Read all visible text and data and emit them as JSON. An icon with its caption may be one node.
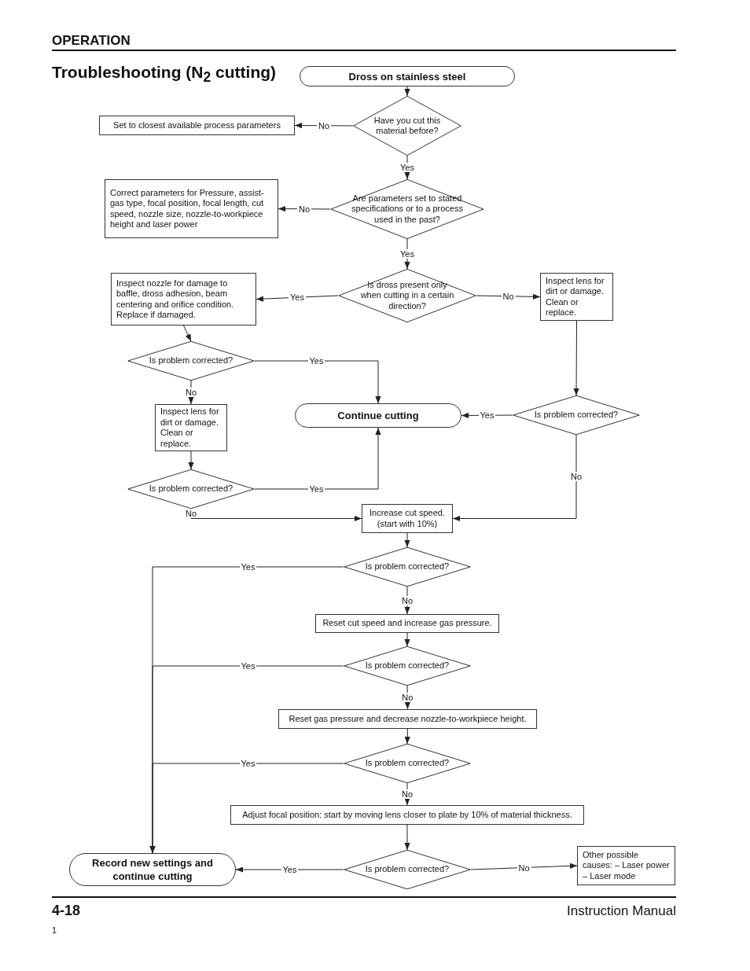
{
  "diagram": {
    "title": "Troubleshooting (N$_{2}$ cutting)",
    "nodes": [
      {
        "text": [
          "Dross on stainless steel"
        ]
      },
      {
        "text": [
          "Have you cut this material before?"
        ]
      },
      {
        "text": [
          "Set to closest available process parameters"
        ]
      },
      {
        "text": [
          "Are parameters set to stated specifications or to a process used in the past?"
        ]
      },
      {
        "text": [
          "Correct parameters for Pressure, assist-gas type, focal position, focal length, cut speed, nozzle size, nozzle-to-workpiece height and laser power"
        ]
      },
      {
        "text": [
          "Is dross present only when cutting in a certain direction?"
        ]
      },
      {
        "text": [
          "Inspect nozzle for damage to baffle, dross adhesion, beam centering and orifice condition. Replace if damaged."
        ]
      },
      {
        "text": [
          "Inspect lens for dirt or damage. Clean or replace."
        ]
      },
      {
        "text": [
          "Is problem corrected?"
        ]
      },
      {
        "text": [
          "Continue cutting"
        ]
      },
      {
        "text": [
          "Is problem corrected?"
        ]
      },
      {
        "text": [
          "Inspect lens for dirt or damage. Clean or replace."
        ]
      },
      {
        "text": [
          "Is problem corrected?"
        ]
      },
      {
        "text": [
          "Increase cut speed. (start with 10%)"
        ]
      },
      {
        "text": [
          "Is problem corrected?"
        ]
      },
      {
        "text": [
          "Reset cut speed and increase gas pressure."
        ]
      },
      {
        "text": [
          "Is problem corrected?"
        ]
      },
      {
        "text": [
          "Reset gas pressure and decrease nozzle-to-workpiece height."
        ]
      },
      {
        "text": [
          "Is problem corrected?"
        ]
      },
      {
        "text": [
          "Adjust focal position: start by moving lens closer to plate by 10% of material thickness."
        ]
      },
      {
        "text": [
          "Is problem corrected?"
        ]
      },
      {
        "text": [
          "Record new settings and continue cutting"
        ]
      },
      {
        "text": [
          "Other possible causes: – Laser power – Laser mode"
        ]
      }
    ],
    "edges": [
      {
        "from": 0,
        "to": 1,
        "arrow": "to"
      },
      {
        "from": 1,
        "to": 2,
        "arrow": "to",
        "label": "No"
      },
      {
        "from": 1,
        "to": 3,
        "arrow": "to",
        "label": "Yes"
      },
      {
        "from": 3,
        "to": 4,
        "arrow": "to",
        "label": "No"
      },
      {
        "from": 3,
        "to": 5,
        "arrow": "to",
        "label": "Yes"
      },
      {
        "from": 5,
        "to": 6,
        "arrow": "to",
        "label": "Yes"
      },
      {
        "from": 5,
        "to": 7,
        "arrow": "to",
        "label": "No"
      },
      {
        "from": 6,
        "to": 8,
        "arrow": "to"
      },
      {
        "from": 8,
        "to": 9,
        "arrow": "to",
        "label": "Yes"
      },
      {
        "from": 8,
        "to": 11,
        "arrow": "to",
        "label": "No"
      },
      {
        "from": 7,
        "to": 10,
        "arrow": "to"
      },
      {
        "from": 10,
        "to": 9,
        "arrow": "to",
        "label": "Yes"
      },
      {
        "from": 11,
        "to": 12,
        "arrow": "to"
      },
      {
        "from": 12,
        "to": 9,
        "arrow": "to",
        "label": "Yes"
      },
      {
        "from": 12,
        "to": 13,
        "arrow": "to",
        "label": "No"
      },
      {
        "from": 10,
        "to": 13,
        "arrow": "to",
        "label": "No"
      },
      {
        "from": 13,
        "to": 14,
        "arrow": "to"
      },
      {
        "from": 14,
        "to": 21,
        "arrow": "to",
        "label": "Yes"
      },
      {
        "from": 14,
        "to": 15,
        "arrow": "to",
        "label": "No"
      },
      {
        "from": 15,
        "to": 16,
        "arrow": "to"
      },
      {
        "from": 16,
        "to": 21,
        "arrow": "to",
        "label": "Yes"
      },
      {
        "from": 16,
        "to": 17,
        "arrow": "to",
        "label": "No"
      },
      {
        "from": 17,
        "to": 18,
        "arrow": "to"
      },
      {
        "from": 18,
        "to": 21,
        "arrow": "to",
        "label": "Yes"
      },
      {
        "from": 18,
        "to": 19,
        "arrow": "to",
        "label": "No"
      },
      {
        "from": 19,
        "to": 20,
        "arrow": "to"
      },
      {
        "from": 20,
        "to": 21,
        "arrow": "to",
        "label": "Yes"
      },
      {
        "from": 20,
        "to": 22,
        "arrow": "to",
        "label": "No"
      }
    ],
    "labels": [
      "OPERATION",
      "4-18",
      "Instruction Manual",
      "1"
    ]
  }
}
